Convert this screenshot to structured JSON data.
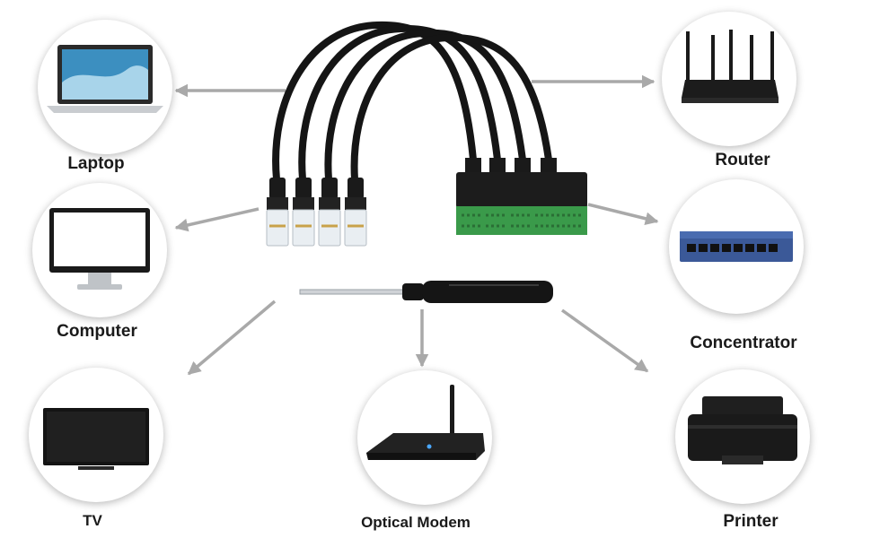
{
  "colors": {
    "arrow": "#a9a9a9",
    "cable": "#151515",
    "terminal": "#3a9a4a",
    "switch": "#3b5998"
  },
  "devices": {
    "laptop": {
      "label": "Laptop",
      "icon": "laptop-icon"
    },
    "computer": {
      "label": "Computer",
      "icon": "monitor-icon"
    },
    "tv": {
      "label": "TV",
      "icon": "tv-icon"
    },
    "modem": {
      "label": "Optical Modem",
      "icon": "modem-icon"
    },
    "printer": {
      "label": "Printer",
      "icon": "printer-icon"
    },
    "concentrator": {
      "label": "Concentrator",
      "icon": "switch-icon"
    },
    "router": {
      "label": "Router",
      "icon": "router-icon"
    }
  },
  "center": {
    "cable": "ethernet-terminal-adapter-cables",
    "tool": "screwdriver-icon"
  }
}
